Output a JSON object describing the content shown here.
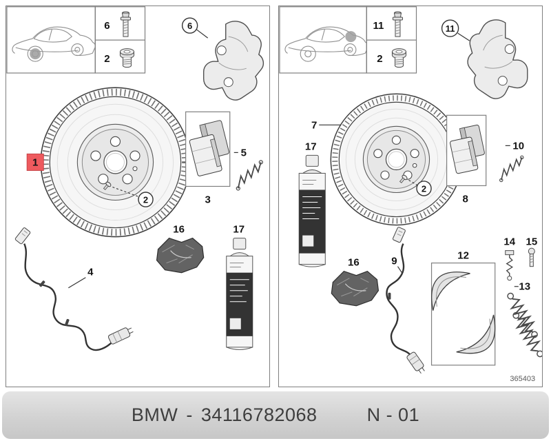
{
  "footer": {
    "brand": "BMW",
    "separator": "-",
    "part_number": "34116782068",
    "page_ref": "N - 01"
  },
  "left_panel": {
    "highlight_color": "#ee5a5e",
    "callouts": {
      "bolt": "6",
      "plug_screw": "2",
      "carrier": "6",
      "brake_disc": "1",
      "set_screw": "2",
      "brake_pads": "3",
      "retaining_clip": "5",
      "wear_sensor": "4",
      "paste": "16",
      "cleaner": "17"
    }
  },
  "right_panel": {
    "doc_number": "365403",
    "callouts": {
      "bolt": "11",
      "plug_screw": "2",
      "carrier": "11",
      "brake_disc": "7",
      "cleaner": "17",
      "set_screw": "2",
      "brake_pads": "8",
      "retaining_clip": "10",
      "paste": "16",
      "wear_sensor": "9",
      "brake_shoes": "12",
      "expander": "14",
      "pin": "15",
      "springs": "13"
    }
  }
}
